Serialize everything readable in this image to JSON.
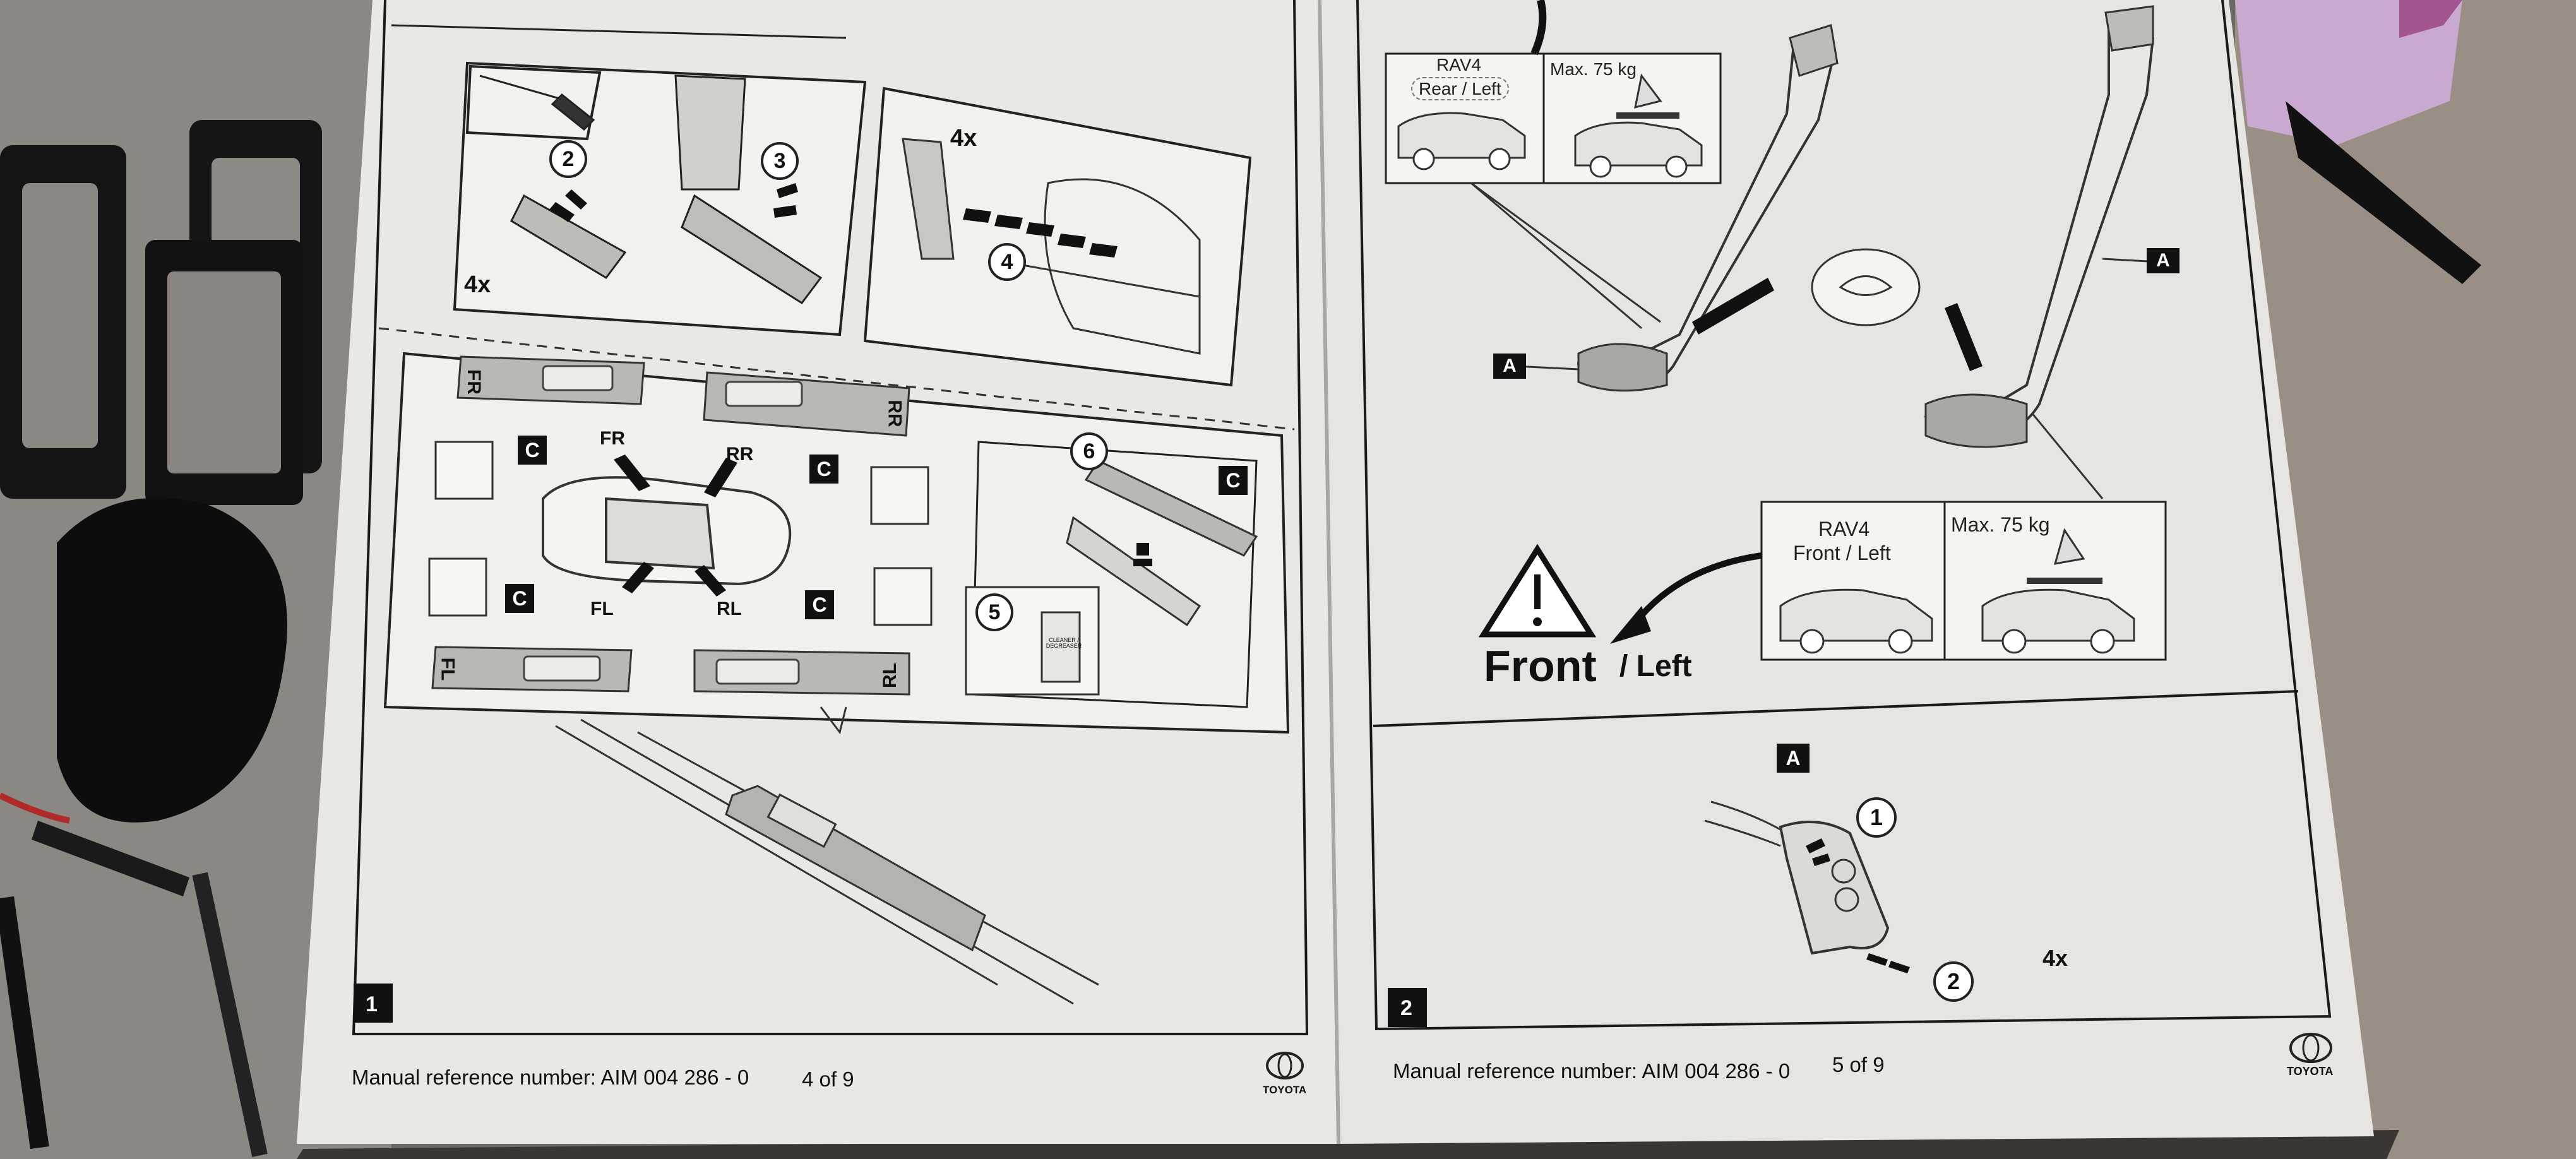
{
  "colors": {
    "paper": "#ecebe7",
    "ink": "#1a1a1a",
    "background": "#6f6a66"
  },
  "left_page": {
    "counts": [
      "4x",
      "4x"
    ],
    "step_numbers": [
      "2",
      "3",
      "4",
      "5",
      "6"
    ],
    "side_codes": {
      "fr": "FR",
      "rr": "RR",
      "fl": "FL",
      "rl": "RL"
    },
    "part_tag": "C",
    "panel_number": "1",
    "manual_reference": "Manual reference number: AIM 004 286 - 0",
    "page": "4 of 9",
    "brand": "TOYOTA",
    "cleaner_label": "CLEANER / DEGREASER"
  },
  "right_page": {
    "top_box": {
      "model": "RAV4",
      "position": "Rear / Left",
      "max_load": "Max. 75 kg"
    },
    "bottom_box": {
      "model": "RAV4",
      "position": "Front / Left",
      "max_load": "Max. 75 kg"
    },
    "part_tag": "A",
    "front_word": "Front",
    "left_word": "/ Left",
    "steps": [
      "1",
      "2"
    ],
    "count": "4x",
    "panel_number": "2",
    "manual_reference": "Manual reference number: AIM 004 286 - 0",
    "page": "5 of 9",
    "brand": "TOYOTA"
  }
}
